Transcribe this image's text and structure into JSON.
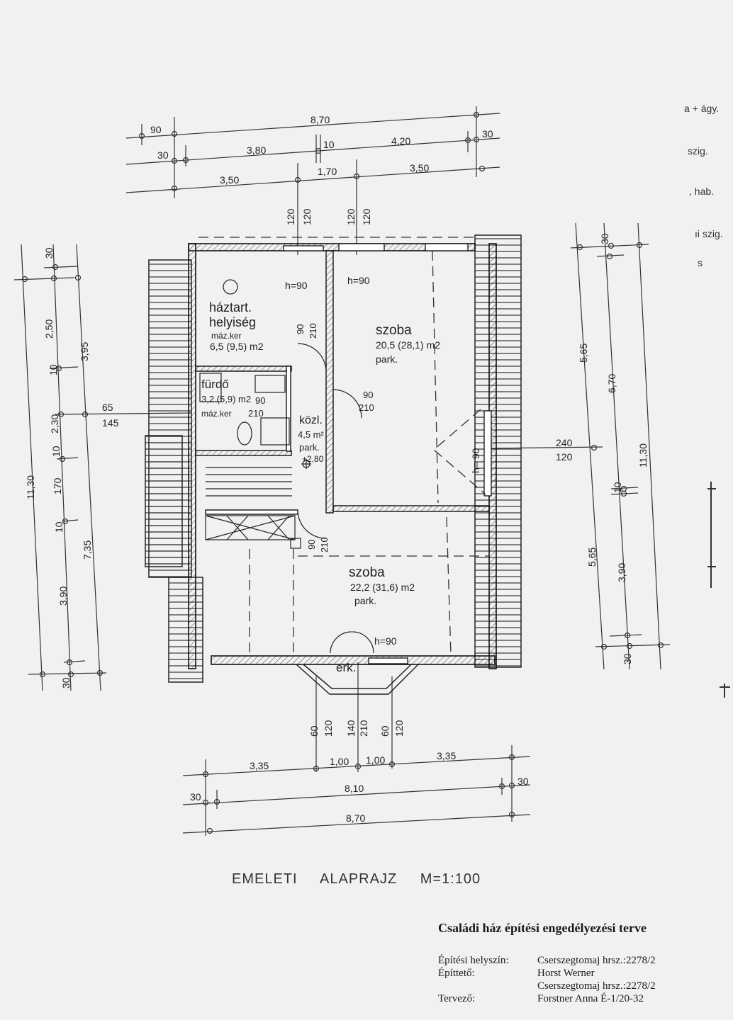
{
  "margin_notes": [
    "a + ágy.",
    "szig.",
    ", hab.",
    "ıi szig.",
    "s"
  ],
  "top_dims": {
    "row1": {
      "left": "90",
      "total": "8,70"
    },
    "row2": {
      "left": "30",
      "a": "3,80",
      "mid": "10",
      "b": "4,20",
      "right": "30"
    },
    "row3": {
      "a": "3,50",
      "mid": "1,70",
      "b": "3,50"
    },
    "openings": [
      "120",
      "120",
      "120",
      "120"
    ]
  },
  "left_dims": {
    "outer": [
      "11,30"
    ],
    "middle": [
      "3,95",
      "7,35"
    ],
    "inner": [
      "30",
      "2,50",
      "10",
      "2,30",
      "10",
      "170",
      "10",
      "3,90",
      "30"
    ],
    "window": [
      "65",
      "145"
    ]
  },
  "right_dims": {
    "outer": [
      "11,30"
    ],
    "middle": [
      "5,65",
      "5,65"
    ],
    "inner": [
      "30",
      "6,70",
      "10",
      "3,90",
      "30"
    ],
    "window": [
      "240",
      "120"
    ]
  },
  "bottom_dims": {
    "openings": [
      "60",
      "120",
      "140",
      "210",
      "60",
      "120"
    ],
    "row1": [
      "3,35",
      "1,00",
      "1,00",
      "3,35"
    ],
    "row2": {
      "left": "30",
      "total": "8,10",
      "right": "30"
    },
    "row3": "8,70"
  },
  "rooms": {
    "haztart": {
      "name1": "háztart.",
      "name2": "helyiség",
      "floor": "máz.ker",
      "area": "6,5 (9,5) m2"
    },
    "furdo": {
      "name": "fürdő",
      "area": "3,2 (5,9) m2",
      "floor": "máz.ker",
      "door": "90",
      "door_h": "210"
    },
    "kozl": {
      "name": "közl.",
      "area": "4,5 m²",
      "floor": "park.",
      "level": "+2,80"
    },
    "szoba1": {
      "name": "szoba",
      "area": "20,5 (28,1) m2",
      "floor": "park."
    },
    "szoba2": {
      "name": "szoba",
      "area": "22,2 (31,6) m2",
      "floor": "park."
    },
    "erk": "erk."
  },
  "tags": {
    "h90_a": "h=90",
    "h90_b": "h=90",
    "h90_c": "h=90",
    "h90_side": "h= 90",
    "door_a_w": "90",
    "door_a_h": "210",
    "door_b_w": "90",
    "door_b_h": "210",
    "door_c_w": "90",
    "door_c_h": "210"
  },
  "plan_title": {
    "a": "EMELETI",
    "b": "ALAPRAJZ",
    "c": "M=1:100"
  },
  "title_block": {
    "title": "Családi ház építési engedélyezési terve",
    "rows": [
      {
        "key": "Építési helyszín:",
        "val": "Cserszegtomaj  hrsz.:2278/2"
      },
      {
        "key": "Építtető:",
        "val": "Horst Werner"
      },
      {
        "key": "",
        "val": "Cserszegtomaj  hrsz.:2278/2"
      },
      {
        "key": "Tervező:",
        "val": "Forstner Anna  É-1/20-32"
      }
    ]
  }
}
